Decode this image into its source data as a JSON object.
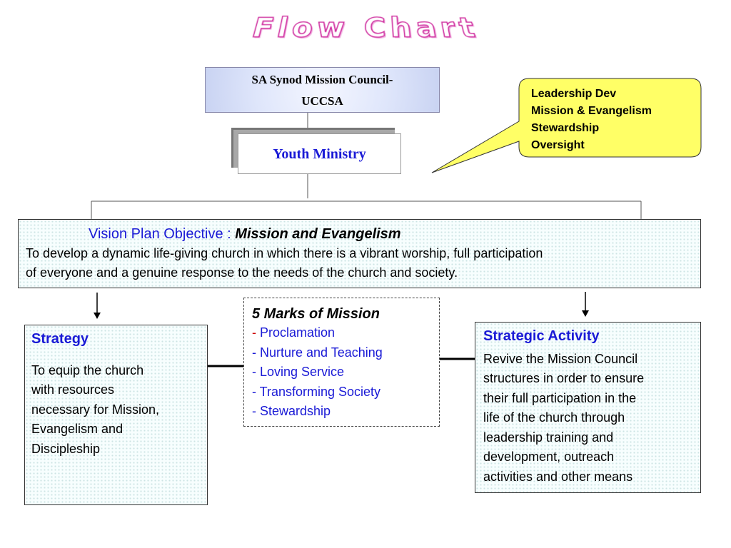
{
  "title": "Flow Chart",
  "council": {
    "line1": "SA Synod Mission Council-",
    "line2": "UCCSA"
  },
  "youth": {
    "label": "Youth Ministry"
  },
  "callout": {
    "items": [
      "Leadership Dev",
      "Mission & Evangelism",
      "Stewardship",
      "Oversight"
    ]
  },
  "vision": {
    "heading": "Vision Plan Objective : ",
    "heading_emphasis": "Mission and Evangelism",
    "text_line1": "To develop a dynamic life-giving church in which there is a vibrant worship, full participation",
    "text_line2": "of everyone and a genuine response to the needs of the church and society."
  },
  "marks": {
    "heading": "5 Marks of Mission",
    "items": [
      "Proclamation",
      "- Nurture and Teaching",
      "- Loving Service",
      "- Transforming Society",
      "-  Stewardship"
    ],
    "first_prefix": "- "
  },
  "strategy": {
    "heading": "Strategy",
    "lines": [
      "To equip the church",
      "with resources",
      "necessary for Mission,",
      "Evangelism and",
      "Discipleship"
    ]
  },
  "activity": {
    "heading": "Strategic Activity",
    "lines": [
      "Revive the Mission Council",
      "structures in order to ensure",
      "their full participation in the",
      "life of the church through",
      "leadership training and",
      "development, outreach",
      "activities and other means"
    ]
  },
  "colors": {
    "heading_blue": "#1a1ad6",
    "callout_fill": "#ffff66",
    "title_stroke": "#cc2299"
  }
}
